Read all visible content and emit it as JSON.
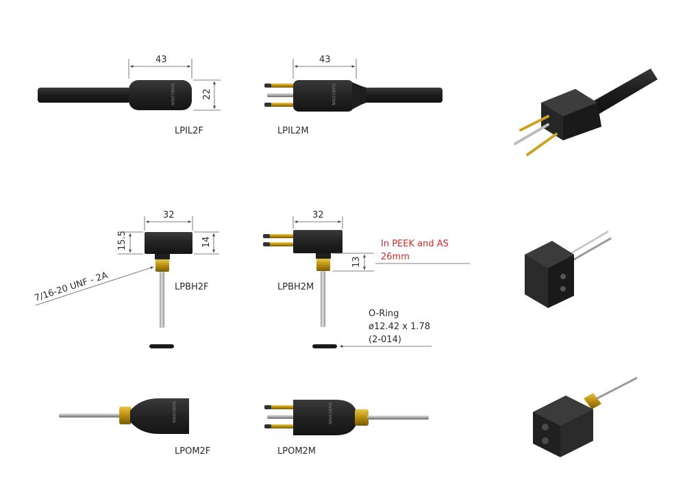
{
  "dimensions": {
    "lpil2f_width": "43",
    "lpil2f_height": "22",
    "lpil2m_width": "43",
    "lpbh2f_width": "32",
    "lpbh2f_left_height": "15.5",
    "lpbh2f_right_height": "14",
    "lpbh2m_width": "32",
    "lpbh2m_stem": "13"
  },
  "labels": {
    "lpil2f": "LPIL2F",
    "lpil2m": "LPIL2M",
    "lpbh2f": "LPBH2F",
    "lpbh2m": "LPBH2M",
    "lpom2f": "LPOM2F",
    "lpom2m": "LPOM2M"
  },
  "annotations": {
    "thread": "7/16-20 UNF - 2A",
    "material_line1": "In PEEK and AS",
    "material_line2": "26mm",
    "oring_line1": "O-Ring",
    "oring_line2": "ø12.42 x 1.78",
    "oring_line3": "(2-014)"
  },
  "brand_mark": "SUBCONN",
  "colors": {
    "body": "#262626",
    "cable": "#1c1c1c",
    "brass": "#c9a227",
    "accent_red": "#d62a2a",
    "pin_silver": "#b8b8b8"
  }
}
